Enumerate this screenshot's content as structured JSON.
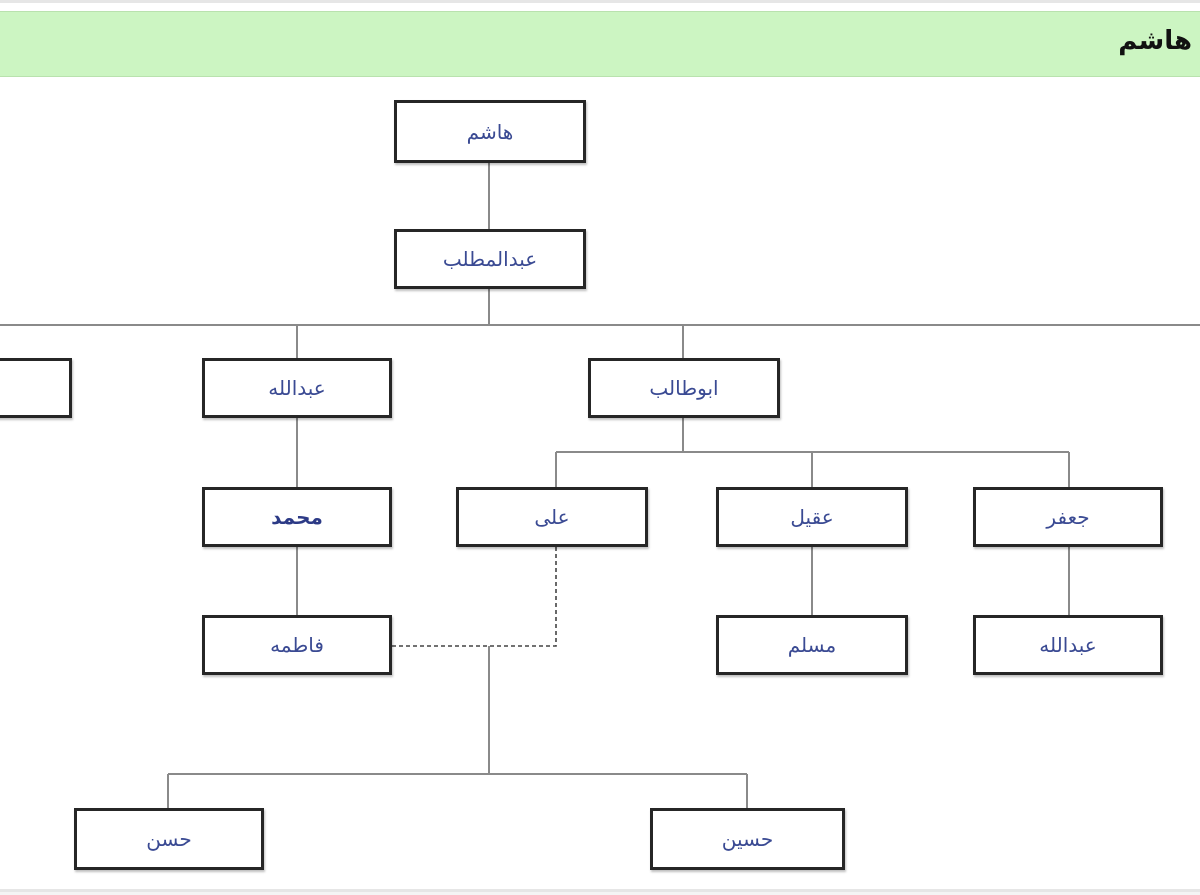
{
  "header": {
    "title": "هاشم"
  },
  "nodes": {
    "hashim": "هاشم",
    "abdulmuttalib": "عبدالمطلب",
    "abutalib": "ابوطالب",
    "abdullah": "عبدالله",
    "ali": "علی",
    "aqil": "عقیل",
    "jafar": "جعفر",
    "muhammad": "محمد",
    "fatima": "فاطمه",
    "muslim": "مسلم",
    "abdullah_son_of_jafar": "عبدالله",
    "hasan": "حسن",
    "husayn": "حسین"
  },
  "colors": {
    "header_bg": "#ccf5c2",
    "line": "#8a8a8a",
    "node_border": "#262626",
    "node_text": "#3a4a93"
  }
}
